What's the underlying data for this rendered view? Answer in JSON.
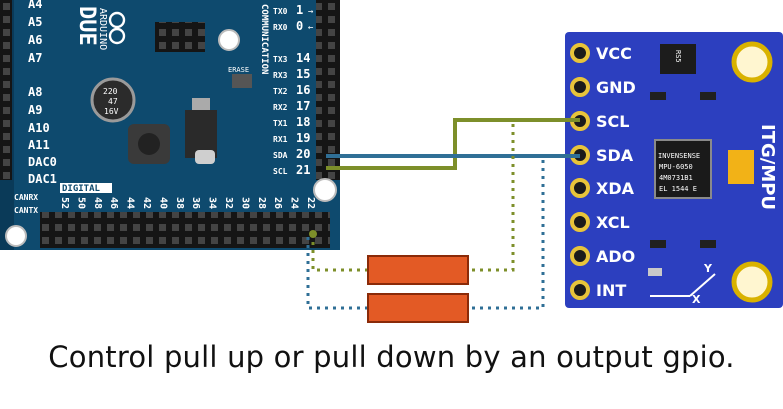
{
  "arduino": {
    "brand": "ARDUINO",
    "model": "DUE",
    "analog_pins": [
      "A4",
      "A5",
      "A6",
      "A7",
      "A8",
      "A9",
      "A10",
      "A11",
      "DAC0",
      "DAC1",
      "CANRX",
      "CANTX"
    ],
    "comm_header": "COMMUNICATION",
    "comm_pins": [
      {
        "label": "TX0",
        "num": "1"
      },
      {
        "label": "RX0",
        "num": "0"
      },
      {
        "label": "TX3",
        "num": "14"
      },
      {
        "label": "RX3",
        "num": "15"
      },
      {
        "label": "TX2",
        "num": "16"
      },
      {
        "label": "RX2",
        "num": "17"
      },
      {
        "label": "TX1",
        "num": "18"
      },
      {
        "label": "RX1",
        "num": "19"
      },
      {
        "label": "SDA",
        "num": "20"
      },
      {
        "label": "SCL",
        "num": "21"
      }
    ],
    "digital_label": "DIGITAL",
    "digital_numbers": [
      "52",
      "50",
      "48",
      "46",
      "44",
      "42",
      "40",
      "38",
      "36",
      "34",
      "32",
      "30",
      "28",
      "26",
      "24",
      "22"
    ],
    "erase_label": "ERASE",
    "capacitor": [
      "220",
      "47",
      "16V"
    ]
  },
  "module": {
    "pins": [
      "VCC",
      "GND",
      "SCL",
      "SDA",
      "XDA",
      "XCL",
      "ADO",
      "INT"
    ],
    "title": "ITG/MPU",
    "chip_lines": [
      "INVENSENSE",
      "MPU-6050",
      "4M0731B1",
      "EL 1544 E"
    ],
    "regulator": "RS5",
    "axis_x": "X",
    "axis_y": "Y"
  },
  "colors": {
    "board_blue": "#0e4a6e",
    "scl_wire": "#7d8f2a",
    "sda_wire": "#2f6f96",
    "resistor": "#e35a25",
    "module_blue": "#2c3fbf"
  },
  "caption": "Control pull up or pull down by an output gpio."
}
